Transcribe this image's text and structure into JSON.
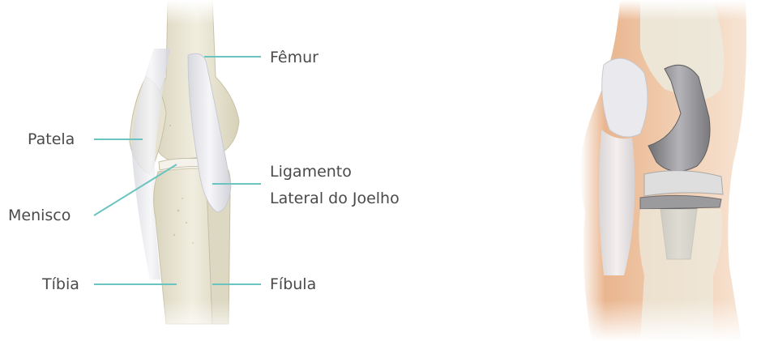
{
  "anatomy_labels": {
    "femur": "Fêmur",
    "patella": "Patela",
    "ligament_line1": "Ligamento",
    "ligament_line2": "Lateral do Joelho",
    "meniscus": "Menisco",
    "tibia": "Tíbia",
    "fibula": "Fíbula"
  },
  "colors": {
    "leader_line": "#6cc4c1",
    "label_text": "#4a4a4a",
    "bone": "#e8e4d2",
    "ligament": "#eeeef2",
    "skin": "#e9b58e",
    "implant_metal": "#8b8b8e",
    "implant_plastic": "#dedede"
  }
}
